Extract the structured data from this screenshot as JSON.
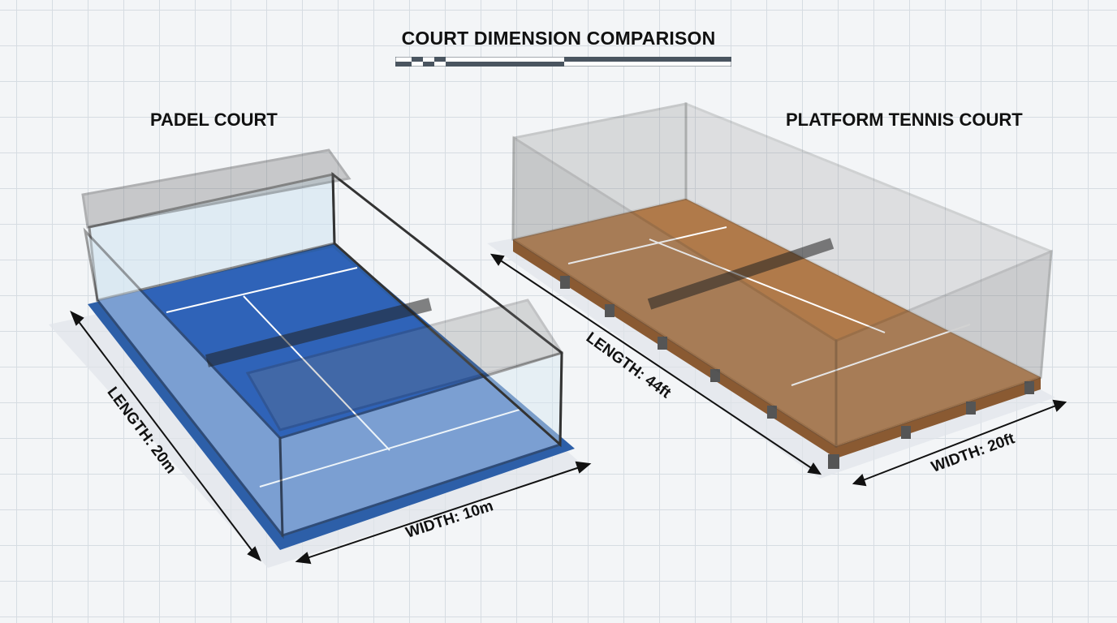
{
  "title": "COURT DIMENSION COMPARISON",
  "padel": {
    "label": "PADEL COURT",
    "length_label": "LENGTH: 20m",
    "width_label": "WIDTH: 10m",
    "surface_color": "#2f63b8"
  },
  "platform": {
    "label": "PLATFORM TENNIS COURT",
    "length_label": "LENGTH: 44ft",
    "width_label": "WIDTH: 20ft",
    "surface_color": "#b07a4a"
  }
}
